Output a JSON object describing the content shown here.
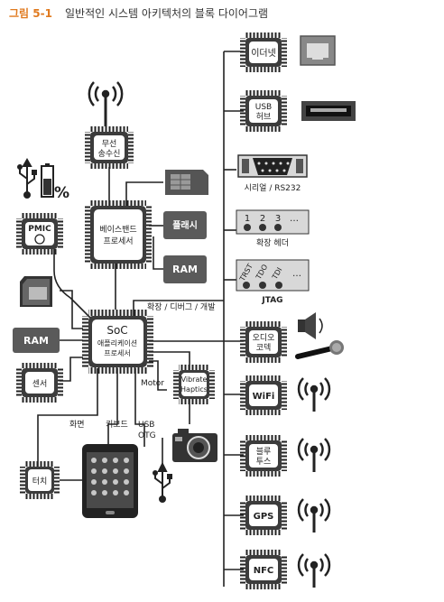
{
  "figure": {
    "number": "그림 5-1",
    "caption": "일반적인 시스템 아키텍처의 블록 다이어그램"
  },
  "blocks": {
    "ethernet": "이더넷",
    "usb_hub_line1": "USB",
    "usb_hub_line2": "허브",
    "serial": "시리얼 / RS232",
    "expansion_header": "확장 헤더",
    "header_pins": [
      "1",
      "2",
      "3",
      "…"
    ],
    "jtag": "JTAG",
    "jtag_pins": [
      "TRST",
      "TDO",
      "TDI",
      "…"
    ],
    "wireless_line1": "무선",
    "wireless_line2": "송수신",
    "baseband_line1": "베이스밴드",
    "baseband_line2": "프로세서",
    "flash": "플래시",
    "ram_baseband": "RAM",
    "pmic": "PMIC",
    "battery_percent": "%",
    "ram_soc": "RAM",
    "debug": "확장 / 디버그 / 개발",
    "soc_line1": "SoC",
    "soc_line2": "애플리케이션",
    "soc_line3": "프로세서",
    "sensor": "센서",
    "motor": "Motor",
    "vibrate_line1": "Vibrate",
    "vibrate_line2": "Haptics",
    "audio_line1": "오디오",
    "audio_line2": "코덱",
    "wifi": "WiFi",
    "bluetooth_line1": "블루",
    "bluetooth_line2": "투스",
    "gps": "GPS",
    "nfc": "NFC",
    "display": "화면",
    "keyboard": "키보드",
    "usb_otg_line1": "USB",
    "usb_otg_line2": "OTG",
    "touch": "터치"
  },
  "icons": [
    "antenna-icon",
    "usb-icon",
    "battery-icon",
    "sim-card-icon",
    "sd-card-icon",
    "ethernet-port-icon",
    "usb-port-icon",
    "serial-port-icon",
    "speaker-icon",
    "microphone-icon",
    "camera-icon",
    "smartphone-icon",
    "wireless-signal-icon"
  ],
  "colors": {
    "title_number": "#e07a1f",
    "chip_body": "#3c3c3c",
    "chip_face": "#ffffff",
    "memory_block": "#5a5a5a",
    "line": "#222222"
  }
}
